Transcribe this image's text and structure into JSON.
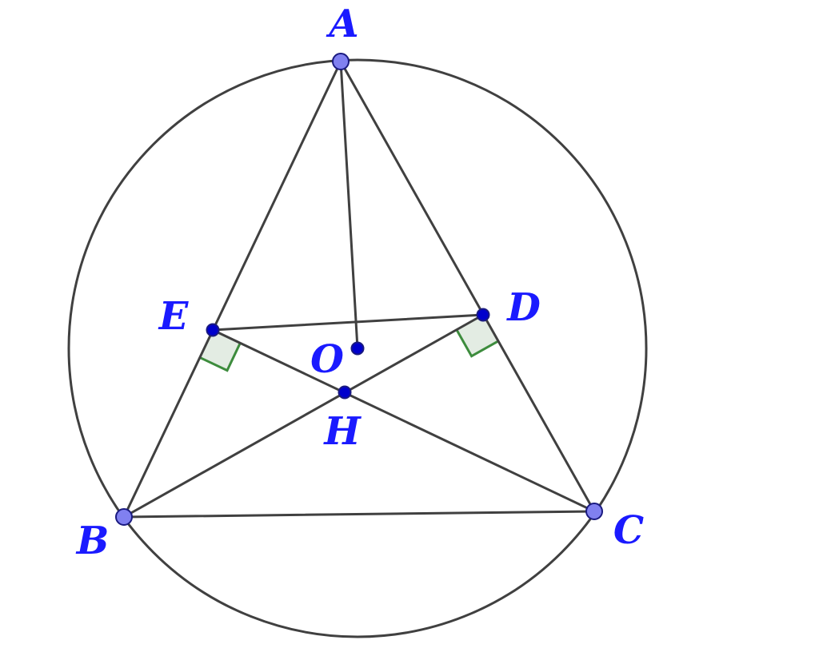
{
  "diagram": {
    "colors": {
      "line": "#404040",
      "label": "#1a1aff",
      "vertex_fill": "#8080f0",
      "vertex_stroke": "#1a1a80",
      "point_fill": "#0000cc",
      "right_angle_stroke": "#3d8c3d",
      "right_angle_fill": "#e3ece3"
    },
    "points": {
      "A": {
        "label": "A",
        "kind": "vertex"
      },
      "B": {
        "label": "B",
        "kind": "vertex"
      },
      "C": {
        "label": "C",
        "kind": "vertex"
      },
      "D": {
        "label": "D",
        "kind": "point"
      },
      "E": {
        "label": "E",
        "kind": "point"
      },
      "O": {
        "label": "O",
        "kind": "point"
      },
      "H": {
        "label": "H",
        "kind": "point"
      }
    },
    "segments": [
      [
        "A",
        "B"
      ],
      [
        "A",
        "C"
      ],
      [
        "B",
        "C"
      ],
      [
        "A",
        "O"
      ],
      [
        "E",
        "D"
      ],
      [
        "B",
        "D"
      ],
      [
        "C",
        "E"
      ]
    ],
    "circle": {
      "center": "O",
      "through": [
        "A",
        "B",
        "C"
      ]
    },
    "right_angles": [
      {
        "at": "E",
        "between": [
          "B",
          "C"
        ]
      },
      {
        "at": "D",
        "between": [
          "C",
          "B"
        ]
      }
    ]
  }
}
